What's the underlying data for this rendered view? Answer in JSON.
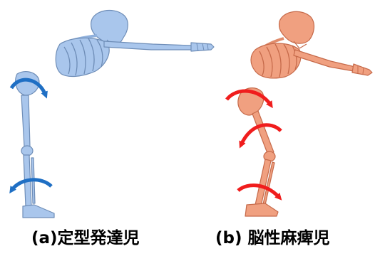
{
  "colors": {
    "typical_skeleton": "#a9c6ec",
    "typical_outline": "#6e8db7",
    "typical_arrow": "#1f6fc4",
    "cp_skeleton": "#f0a080",
    "cp_outline": "#c66a4a",
    "cp_arrow": "#f01d1d"
  },
  "panels": [
    {
      "id": "a",
      "caption": "(a)定型発達児"
    },
    {
      "id": "b",
      "caption": "(b) 脳性麻痺児"
    }
  ]
}
